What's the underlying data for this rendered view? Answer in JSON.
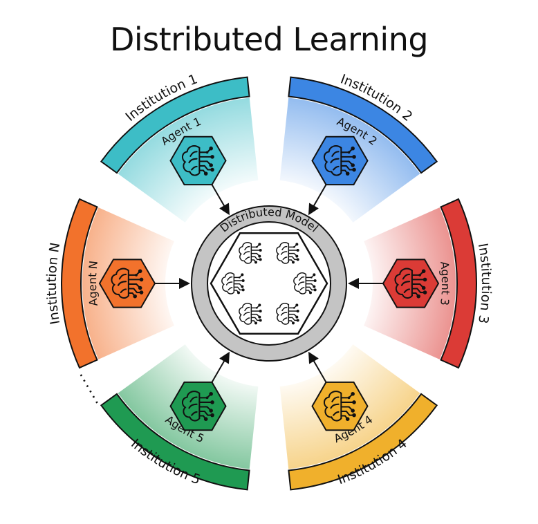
{
  "title": "Distributed Learning",
  "center": {
    "label": "Distributed Model",
    "ring_color": "#c4c4c4"
  },
  "institutions": [
    {
      "id": "1",
      "institution_label": "Institution 1",
      "agent_label": "Agent 1",
      "color": "#3dbdc6"
    },
    {
      "id": "2",
      "institution_label": "Institution 2",
      "agent_label": "Agent 2",
      "color": "#3c86e3"
    },
    {
      "id": "3",
      "institution_label": "Institution 3",
      "agent_label": "Agent 3",
      "color": "#db3b36"
    },
    {
      "id": "4",
      "institution_label": "Institution 4",
      "agent_label": "Agent 4",
      "color": "#f0b02c"
    },
    {
      "id": "5",
      "institution_label": "Institution 5",
      "agent_label": "Agent 5",
      "color": "#1f9a52"
    },
    {
      "id": "n",
      "institution_label": "Institution N",
      "agent_label": "Agent N",
      "color": "#f2722c"
    }
  ],
  "ellipsis": "......",
  "icons": {
    "agent": "brain-circuit-icon",
    "arrow": "arrow-icon"
  }
}
